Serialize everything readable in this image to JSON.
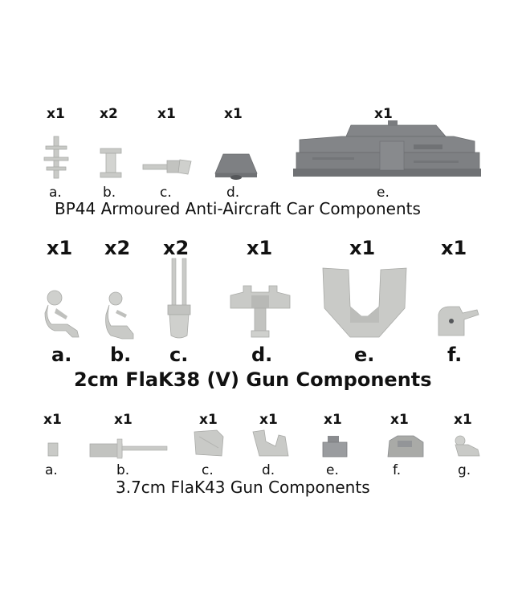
{
  "section1": {
    "title": "BP44 Armoured Anti-Aircraft Car Components",
    "items": [
      {
        "qty": "x1",
        "label": "a."
      },
      {
        "qty": "x2",
        "label": "b."
      },
      {
        "qty": "x1",
        "label": "c."
      },
      {
        "qty": "x1",
        "label": "d."
      },
      {
        "qty": "x1",
        "label": "e."
      }
    ]
  },
  "section2": {
    "title": "2cm FlaK38 (V) Gun Components",
    "items": [
      {
        "qty": "x1",
        "label": "a."
      },
      {
        "qty": "x2",
        "label": "b."
      },
      {
        "qty": "x2",
        "label": "c."
      },
      {
        "qty": "x1",
        "label": "d."
      },
      {
        "qty": "x1",
        "label": "e."
      },
      {
        "qty": "x1",
        "label": "f."
      }
    ]
  },
  "section3": {
    "title": "3.7cm FlaK43 Gun Components",
    "items": [
      {
        "qty": "x1",
        "label": "a."
      },
      {
        "qty": "x1",
        "label": "b."
      },
      {
        "qty": "x1",
        "label": "c."
      },
      {
        "qty": "x1",
        "label": "d."
      },
      {
        "qty": "x1",
        "label": "e."
      },
      {
        "qty": "x1",
        "label": "f."
      },
      {
        "qty": "x1",
        "label": "g."
      }
    ]
  },
  "colors": {
    "resin_dark": "#7e8083",
    "metal_light": "#c9cac7",
    "text": "#111111"
  }
}
